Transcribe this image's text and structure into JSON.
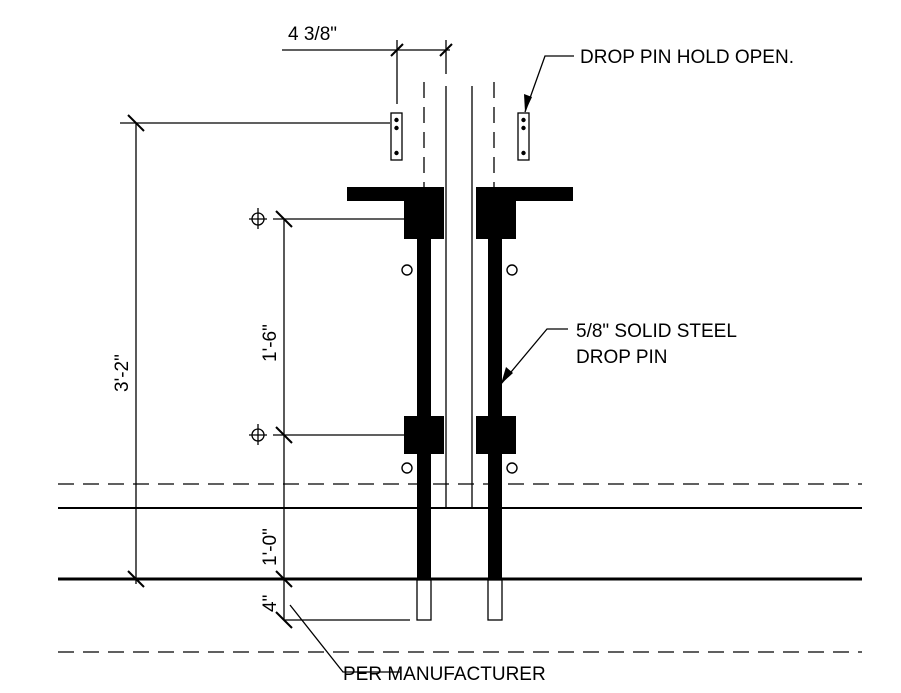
{
  "labels": {
    "top_width": "4 3/8\"",
    "hold_open": "DROP PIN HOLD OPEN.",
    "pin_line1": "5/8\" SOLID STEEL",
    "pin_line2": "DROP PIN",
    "overall_height": "3'-2\"",
    "hinge_spacing": "1'-6\"",
    "bottom_height": "1'-0\"",
    "embed_depth": "4\"",
    "manufacturer": "PER MANUFACTURER",
    "centerline_top": "C",
    "centerline_bottom": "C"
  }
}
